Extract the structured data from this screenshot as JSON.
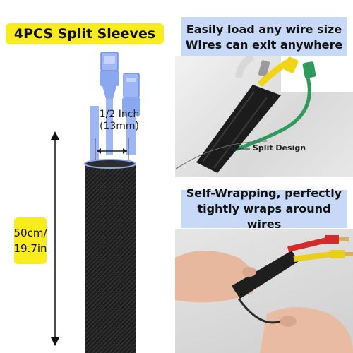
{
  "title_badge": "4PCS Split Sleeves",
  "size": {
    "line1": "1/2 Inch",
    "line2": "(13mm)"
  },
  "length": {
    "line1": "50cm/",
    "line2": "19.7in"
  },
  "top_banner": {
    "line1": "Easily load any wire size",
    "line2": "Wires can exit anywhere"
  },
  "split_label": "Split Design",
  "mid_banner": {
    "line1": "Self-Wrapping, perfectly",
    "line2": "tightly wraps around wires"
  },
  "colors": {
    "yellow_badge": "#f8ec1f",
    "blue_banner": "#c7d9f6",
    "icon_blue": "#8aa7f0",
    "sleeve_black": "#1a1a1a"
  },
  "icons": [
    "ethernet-plug-icon",
    "usb-plug-icon",
    "double-arrow-icon",
    "rca-plug-icon"
  ]
}
